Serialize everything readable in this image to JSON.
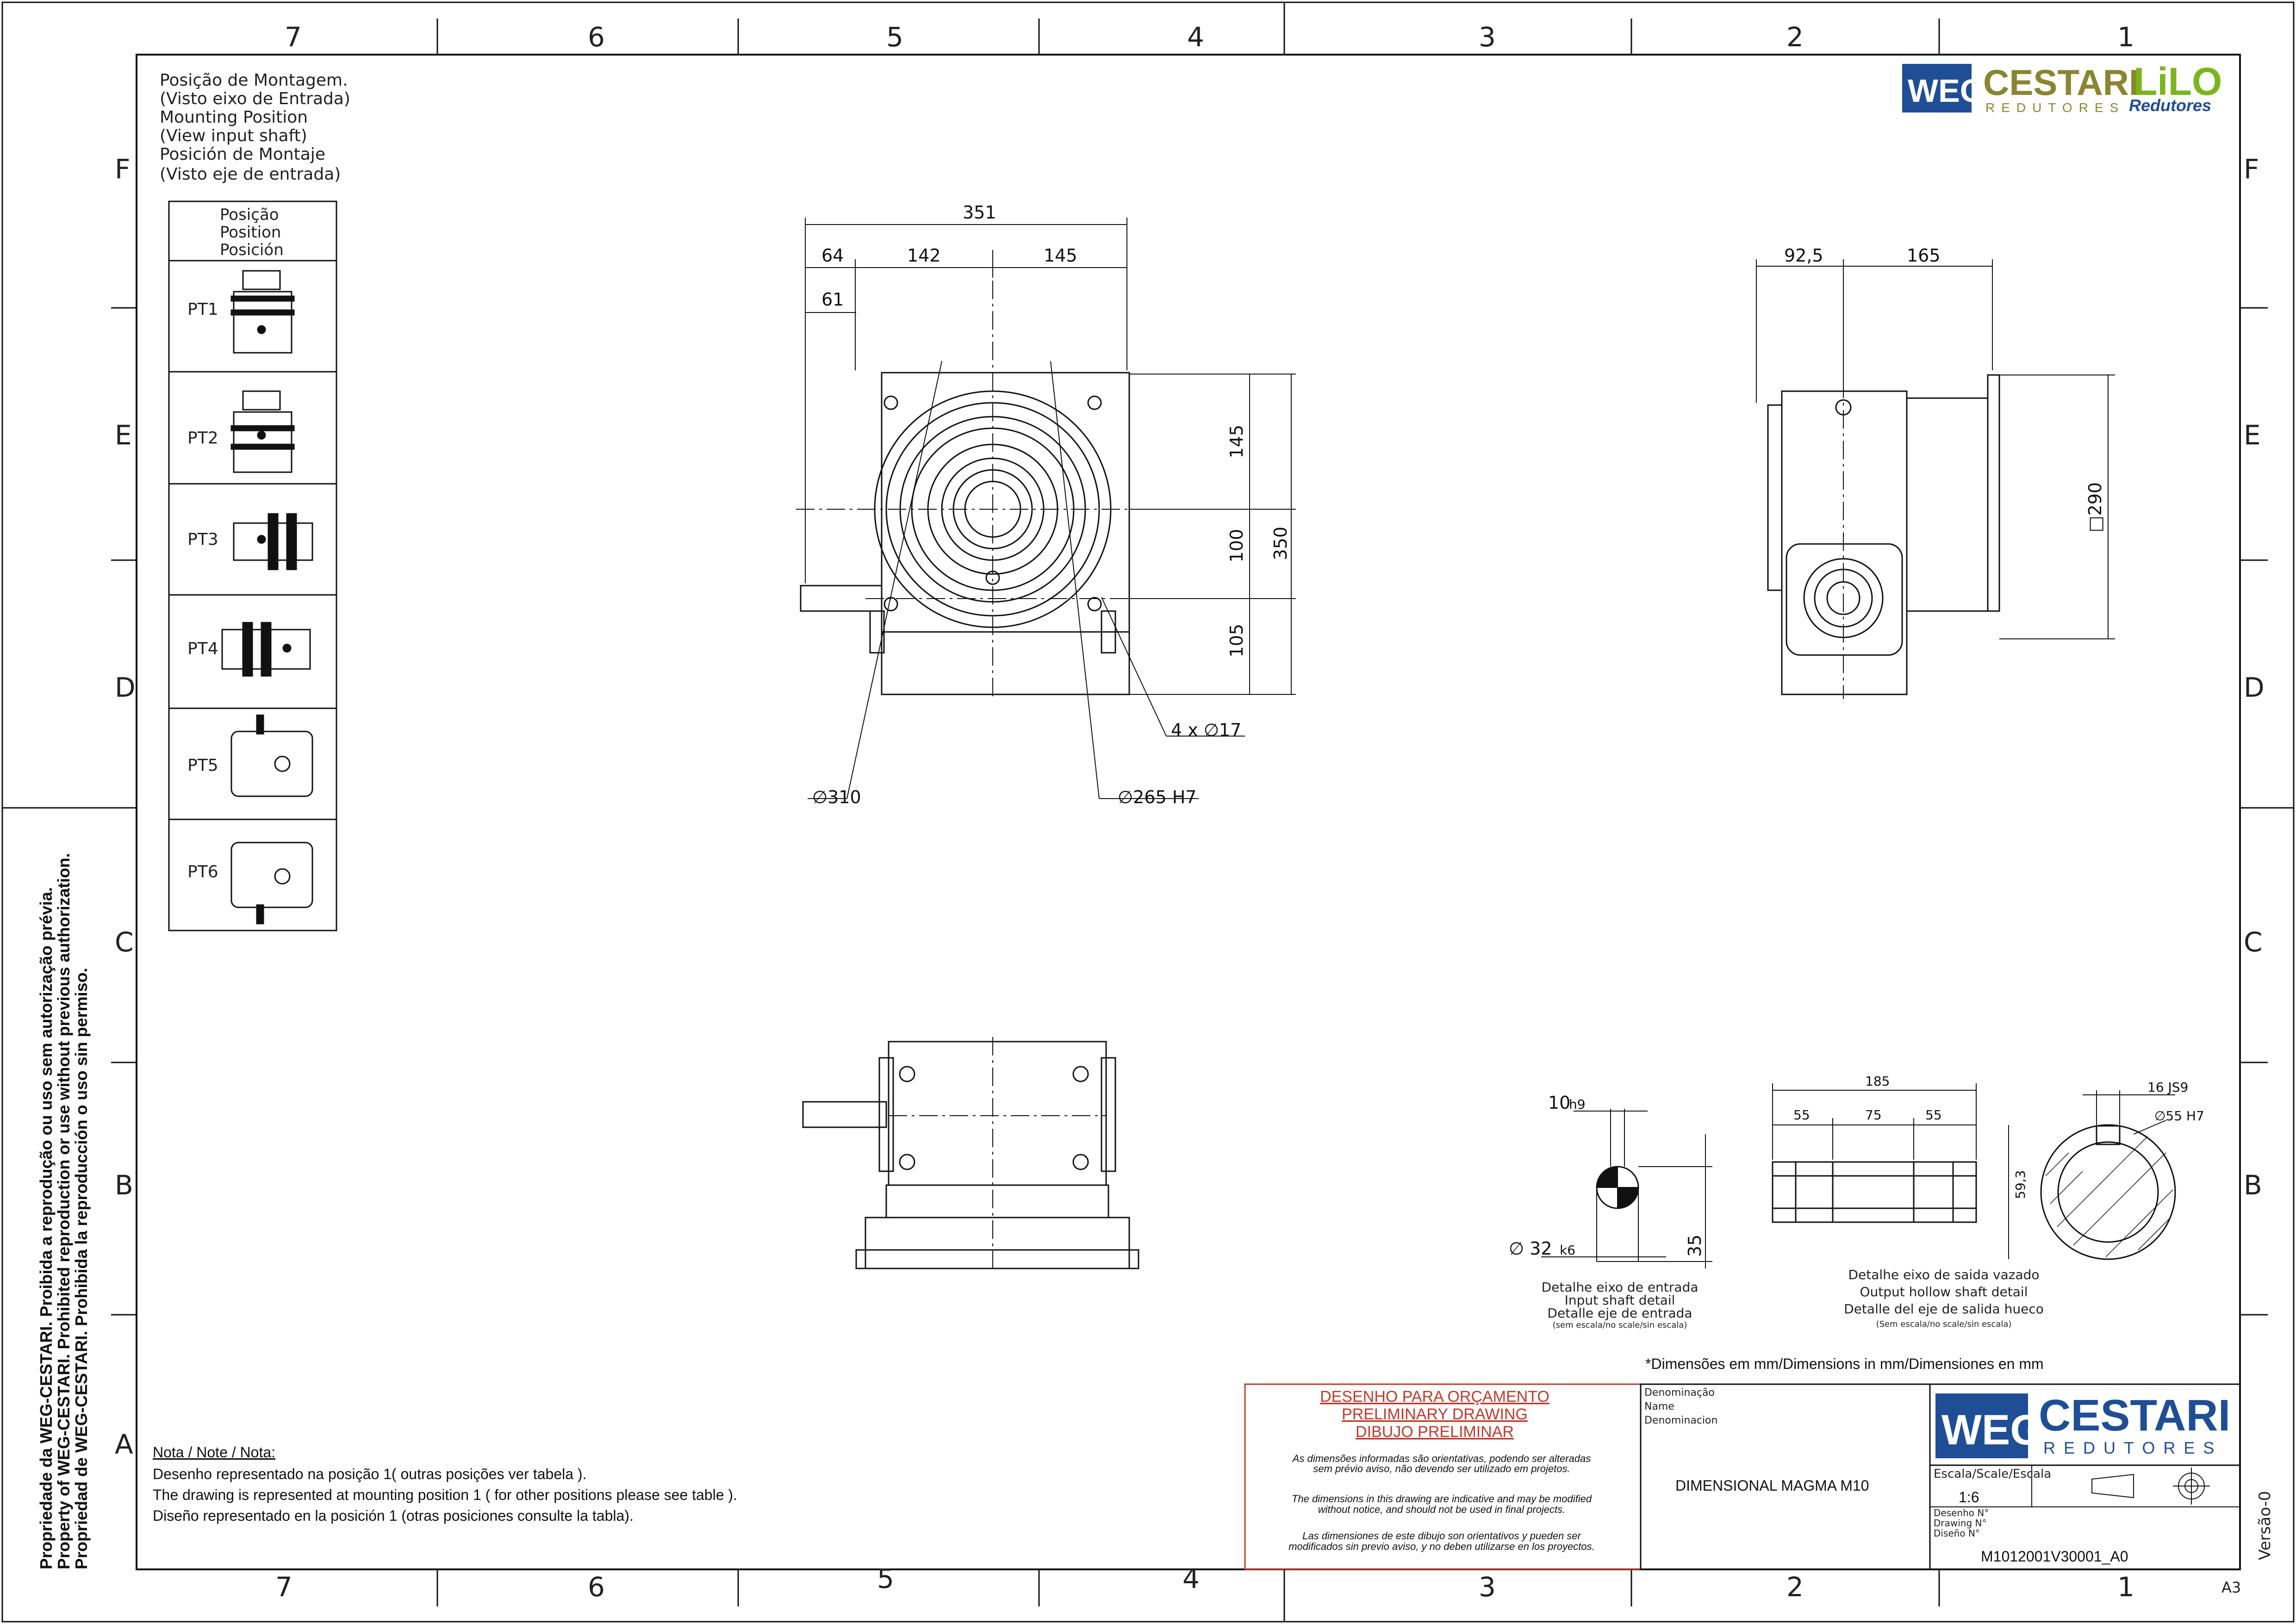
{
  "grid": {
    "columns": [
      "7",
      "6",
      "5",
      "4",
      "3",
      "2",
      "1"
    ],
    "rows": [
      "F",
      "E",
      "D",
      "C",
      "B",
      "A"
    ]
  },
  "logo_top": {
    "brand1": "WEG",
    "brand2": "CESTARI",
    "brand2_sub": "REDUTORES",
    "brand3": "LiLO",
    "brand3_sub": "Redutores"
  },
  "mounting": {
    "title_lines": [
      "Posição de Montagem.",
      "(Visto eixo de Entrada)",
      "Mounting Position",
      "(View input shaft)",
      "Posición de Montaje",
      "(Visto eje de entrada)"
    ],
    "header_lines": [
      "Posição",
      "Position",
      "Posición"
    ],
    "positions": [
      "PT1",
      "PT2",
      "PT3",
      "PT4",
      "PT5",
      "PT6"
    ]
  },
  "front_view": {
    "dims": {
      "total_width": "351",
      "d64": "64",
      "d142": "142",
      "d145": "145",
      "d61": "61",
      "h145": "145",
      "h100": "100",
      "h105": "105",
      "h350": "350"
    },
    "callouts": {
      "holes": "4 x ∅17",
      "d310": "∅310",
      "d265": "∅265 H7"
    }
  },
  "side_view": {
    "dims": {
      "d92_5": "92,5",
      "d165": "165",
      "sq290": "□290"
    }
  },
  "input_shaft": {
    "key": "10",
    "key_tol": "h9",
    "dia": "∅ 32",
    "dia_tol": "k6",
    "height": "35",
    "caption": [
      "Detalhe eixo de entrada",
      "Input shaft detail",
      "Detalle eje de entrada"
    ],
    "scale_note": "(sem escala/no scale/sin escala)"
  },
  "hollow_shaft": {
    "len_total": "185",
    "len_a": "55",
    "len_b": "75",
    "len_c": "55",
    "dia_h": "59,3",
    "key": "16 JS9",
    "bore": "∅55 H7",
    "caption": [
      "Detalhe eixo de saida vazado",
      "Output hollow shaft detail",
      "Detalle del eje de salida hueco"
    ],
    "scale_note": "(Sem escala/no scale/sin escala)"
  },
  "units_note": "*Dimensões em mm/Dimensions in mm/Dimensiones en mm",
  "notes": {
    "title": "Nota / Note / Nota:",
    "lines": [
      "Desenho representado na posição 1( outras posições ver tabela ).",
      "The drawing is represented at mounting position 1 ( for other positions please see table ).",
      "Diseño representado en la posición 1 (otras posiciones consulte la tabla)."
    ]
  },
  "preliminary": {
    "headings": [
      "DESENHO PARA ORÇAMENTO",
      "PRELIMINARY DRAWING",
      "DIBUJO PRELIMINAR"
    ],
    "pt1": "As dimensões informadas são orientativas, podendo ser alteradas",
    "pt2": "sem prévio aviso, não devendo ser utilizado em projetos.",
    "en1": "The dimensions in this drawing are indicative and may be modified",
    "en2": "without notice, and should not be used in final projects.",
    "es1": "Las dimensiones de este dibujo son orientativos y pueden ser",
    "es2": "modificados sin previo aviso, y no deben utilizarse en los proyectos."
  },
  "title_block": {
    "denom_labels": [
      "Denominação",
      "Name",
      "Denominacion"
    ],
    "denomination": "DIMENSIONAL MAGMA M10",
    "brand1": "WEG",
    "brand2": "CESTARI",
    "brand2_sub": "REDUTORES",
    "scale_label": "Escala/Scale/Escala",
    "scale": "1:6",
    "drawing_labels": [
      "Desenho N°",
      "Drawing N°",
      "Diseño N°"
    ],
    "drawing_no": "M1012001V30001_A0",
    "version": "Versão-0",
    "sheet": "A3"
  },
  "property": [
    "Propriedade da WEG-CESTARI. Proibida a reprodução ou uso sem autorização prévia.",
    "Property of WEG-CESTARI. Prohibited reproduction or use without previous authorization.",
    "Propriedad de WEG-CESTARI. Prohibida la reproducción o uso sin permiso."
  ],
  "colors": {
    "weg_blue": "#1f4e96",
    "cestari_gold": "#8a8630",
    "lilo_green": "#7ab51d",
    "red": "#c0392b"
  }
}
